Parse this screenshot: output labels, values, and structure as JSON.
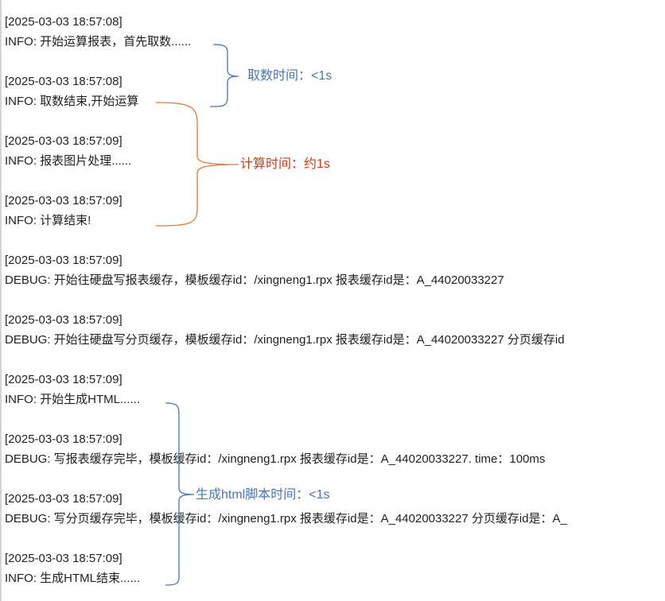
{
  "log_entries": [
    {
      "timestamp": "[2025-03-03 18:57:08]",
      "message": "INFO: 开始运算报表，首先取数......"
    },
    {
      "timestamp": "[2025-03-03 18:57:08]",
      "message": "INFO: 取数结束,开始运算"
    },
    {
      "timestamp": "[2025-03-03 18:57:09]",
      "message": "INFO: 报表图片处理......"
    },
    {
      "timestamp": "[2025-03-03 18:57:09]",
      "message": "INFO: 计算结束!"
    },
    {
      "timestamp": "[2025-03-03 18:57:09]",
      "message": "DEBUG: 开始往硬盘写报表缓存，模板缓存id：/xingneng1.rpx 报表缓存id是：A_44020033227"
    },
    {
      "timestamp": "[2025-03-03 18:57:09]",
      "message": "DEBUG: 开始往硬盘写分页缓存，模板缓存id：/xingneng1.rpx 报表缓存id是：A_44020033227 分页缓存id"
    },
    {
      "timestamp": "[2025-03-03 18:57:09]",
      "message": "INFO: 开始生成HTML......"
    },
    {
      "timestamp": "[2025-03-03 18:57:09]",
      "message": "DEBUG: 写报表缓存完毕，模板缓存id：/xingneng1.rpx 报表缓存id是：A_44020033227.   time：100ms"
    },
    {
      "timestamp": "[2025-03-03 18:57:09]",
      "message": "DEBUG: 写分页缓存完毕，模板缓存id：/xingneng1.rpx 报表缓存id是：A_44020033227 分页缓存id是：A_"
    },
    {
      "timestamp": "[2025-03-03 18:57:09]",
      "message": "INFO: 生成HTML结束......"
    }
  ],
  "annotations": {
    "fetch": {
      "label": "取数时间：<1s",
      "color": "#4a74b4"
    },
    "compute": {
      "label": "计算时间：约1s",
      "color": "#d43a16"
    },
    "html": {
      "label": "生成html脚本时间：<1s",
      "color": "#4a74b4"
    }
  },
  "bracket_colors": {
    "blue": "#4a74b4",
    "orange": "#e07a3a"
  }
}
